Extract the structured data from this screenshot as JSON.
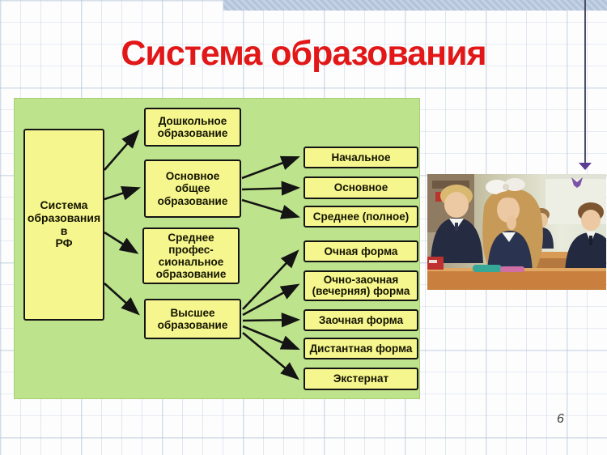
{
  "slide": {
    "title": "Система образования",
    "page_number": "6"
  },
  "colors": {
    "title_red": "#e21717",
    "panel_green": "#bde48c",
    "box_yellow": "#f6f68e",
    "box_border": "#141414",
    "top_bar_blue": "#b9c8dd",
    "accent_purple": "#5a3d92"
  },
  "diagram": {
    "root_label": "Система\nобразования\nв\nРФ",
    "level1": [
      {
        "label": "Дошкольное\nобразование"
      },
      {
        "label": "Основное\nобщее\nобразование"
      },
      {
        "label": "Среднее профес-\nсиональное\nобразование"
      },
      {
        "label": "Высшее\nобразование"
      }
    ],
    "level2_general": [
      {
        "label": "Начальное"
      },
      {
        "label": "Основное"
      },
      {
        "label": "Среднее (полное)"
      }
    ],
    "level2_forms": [
      {
        "label": "Очная форма"
      },
      {
        "label": "Очно-заочная\n(вечерняя) форма"
      },
      {
        "label": "Заочная форма"
      },
      {
        "label": "Дистантная форма"
      },
      {
        "label": "Экстернат"
      }
    ]
  }
}
